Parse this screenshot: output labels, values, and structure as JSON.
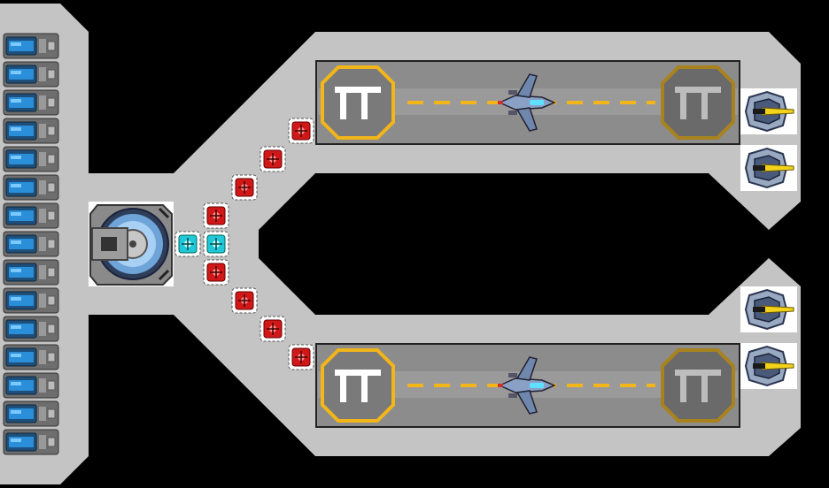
{
  "colors": {
    "background": "#000000",
    "hull": "#c4c4c4",
    "runway": "#8c8c8c",
    "guide_line": "#f2b51a",
    "pad_active": "#f2b51a",
    "pad_inactive": "#a8821e",
    "node_red": "#d01818",
    "node_cyan": "#20c8d8",
    "battery": "#2a8fd8"
  },
  "icons": {
    "battery": "battery-cell-icon",
    "core": "reactor-core-icon",
    "power_node": "power-node-icon",
    "launch_pad": "launch-pad-icon",
    "landing_pad": "landing-pad-icon",
    "fighter": "fighter-ship-icon",
    "turret": "turret-icon"
  },
  "scene": {
    "battery_count": 15,
    "lanes": [
      {
        "name": "upper-lane",
        "ship_count": 1,
        "turret_count": 2,
        "pad_glyph": "Π",
        "node_count": 3
      },
      {
        "name": "lower-lane",
        "ship_count": 1,
        "turret_count": 2,
        "pad_glyph": "Π",
        "node_count": 3
      }
    ],
    "center_nodes": {
      "cyan": 2,
      "red_above": 1,
      "red_below": 1
    }
  }
}
